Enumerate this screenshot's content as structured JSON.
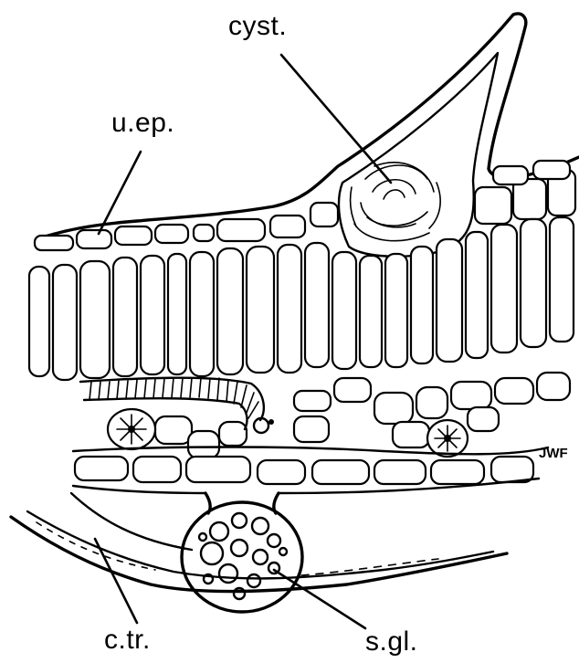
{
  "labels": {
    "cystolith": "cyst.",
    "upper_epidermis": "u.ep.",
    "conducting_tracheid": "c.tr.",
    "secretory_gland": "s.gl."
  },
  "signature": "JWF"
}
